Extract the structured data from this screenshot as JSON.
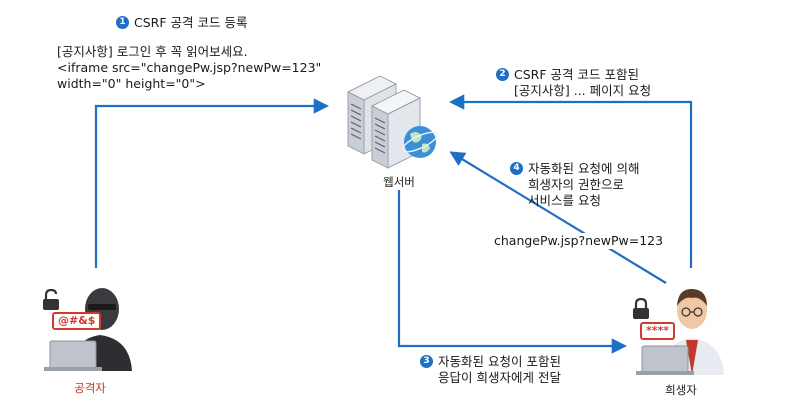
{
  "steps": [
    {
      "num": "1",
      "text": "CSRF 공격 코드 등록"
    },
    {
      "num": "2",
      "line1": "CSRF 공격 코드 포함된",
      "line2": "[공지사항] ... 페이지 요청"
    },
    {
      "num": "3",
      "line1": "자동화된 요청이 포함된",
      "line2": "응답이 희생자에게 전달"
    },
    {
      "num": "4",
      "line1": "자동화된 요청에 의해",
      "line2": "희생자의 권한으로",
      "line3": "서비스를 요청"
    }
  ],
  "attack_code": {
    "line1": "[공지사항] 로그인 후 꼭 읽어보세요.",
    "line2": "<iframe src=\"changePw.jsp?newPw=123\"",
    "line3": "width=\"0\" height=\"0\">"
  },
  "request_url": "changePw.jsp?newPw=123",
  "nodes": {
    "server": "웹서버",
    "attacker": "공격자",
    "victim": "희생자",
    "attacker_password": "@#&$",
    "victim_password": "****"
  },
  "colors": {
    "arrow": "#1f6fc6",
    "server": "#d9dde3",
    "globe": "#3a8fd6"
  }
}
